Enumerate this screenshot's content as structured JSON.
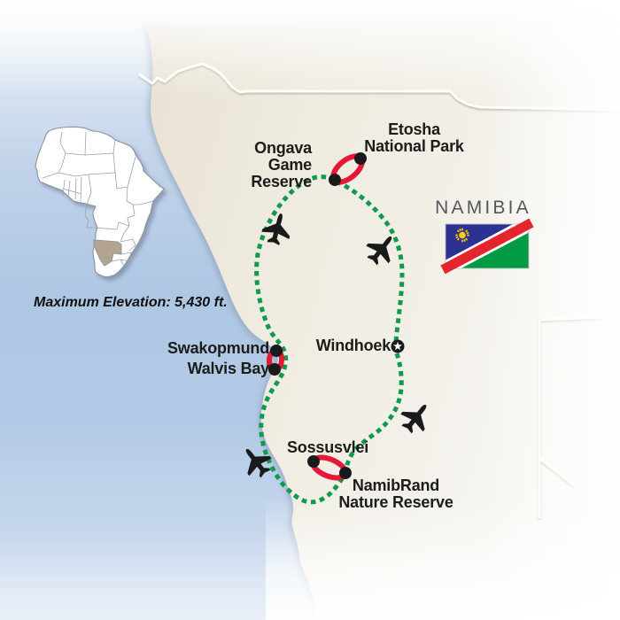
{
  "country": {
    "name": "NAMIBIA"
  },
  "locations": {
    "ongava": {
      "line1": "Ongava",
      "line2": "Game Reserve"
    },
    "etosha": {
      "line1": "Etosha",
      "line2": "National Park"
    },
    "swakopmund": {
      "label": "Swakopmund"
    },
    "walvis_bay": {
      "label": "Walvis Bay"
    },
    "windhoek": {
      "label": "Windhoek",
      "marker": "capital-star"
    },
    "sossusvlei": {
      "label": "Sossusvlei"
    },
    "namibrand": {
      "line1": "NamibRand",
      "line2": "Nature Reserve"
    }
  },
  "notes": {
    "max_elevation": "Maximum Elevation: 5,430 ft."
  },
  "route": {
    "style": "dotted",
    "legs": [
      "Ongava Game Reserve - Swakopmund (west coast arc)",
      "Swakopmund - Walvis Bay",
      "Walvis Bay - NamibRand Nature Reserve (coastal arc)",
      "Sossusvlei - NamibRand Nature Reserve loop",
      "NamibRand Nature Reserve - Windhoek",
      "Windhoek - Ongava Game Reserve / Etosha National Park loop"
    ],
    "air_segments_count": 4
  },
  "icons": {
    "airplane": "airplane-icon",
    "capital_star": "capital-star-icon",
    "route_dot": "route-stop-dot",
    "inset": "africa-inset-map",
    "flag": "namibia-flag"
  },
  "colors": {
    "route_green": "#0e9b4d",
    "loop_red": "#e51937",
    "marker_black": "#1a1a1a",
    "ocean_mid": "#b0c8e4",
    "land_cream": "#ece7da",
    "inset_highlight": "#b3a492",
    "country_text": "#55575c",
    "flag_blue": "#2d3192",
    "flag_red": "#e5252e",
    "flag_green": "#009a44",
    "flag_sun_yellow": "#ffd100"
  }
}
